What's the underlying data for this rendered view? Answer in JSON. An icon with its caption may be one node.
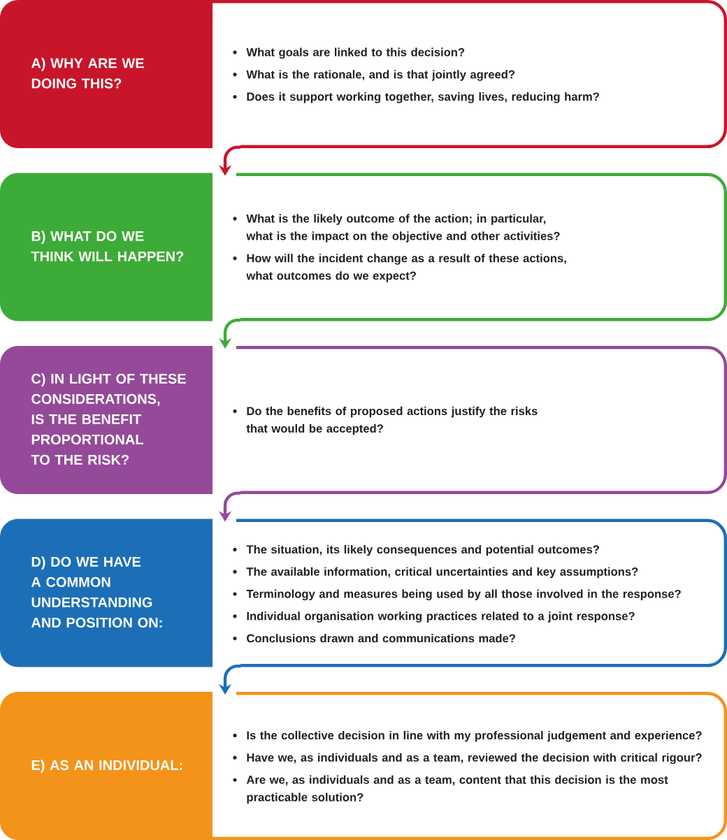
{
  "diagram": {
    "nodes": [
      {
        "text": [
          "A) WHY ARE WE DOING THIS?",
          "What goals are linked to this decision?",
          "What is the rationale, and is that jointly agreed?",
          "Does it support working together, saving lives, reducing harm?"
        ]
      },
      {
        "text": [
          "B) WHAT DO WE THINK WILL HAPPEN?",
          "What is the likely outcome of the action; in particular, what is the impact on the objective and other activities?",
          "How will the incident change as a result of these actions, what outcomes do we expect?"
        ]
      },
      {
        "text": [
          "C) IN LIGHT OF THESE CONSIDERATIONS, IS THE BENEFIT PROPORTIONAL TO THE RISK?",
          "Do the benefits of proposed actions justify the risks that would be accepted?"
        ]
      },
      {
        "text": [
          "D) DO WE HAVE A COMMON UNDERSTANDING AND POSITION ON:",
          "The situation, its likely consequences and potential outcomes?",
          "The available information, critical uncertainties and key assumptions?",
          "Terminology and measures being used by all those involved in the response?",
          "Individual organisation working practices related to a joint response?",
          "Conclusions drawn and communications made?"
        ]
      },
      {
        "text": [
          "E) AS AN INDIVIDUAL:",
          "Is the collective decision in line with my professional judgement and experience?",
          "Have we, as individuals and as a team, reviewed the decision with critical rigour?",
          "Are we, as individuals and as a team, content that this decision is the most practicable solution?"
        ]
      }
    ],
    "edges": [
      {
        "from": 0,
        "to": 1,
        "arrow": "to",
        "color": "#c8152a"
      },
      {
        "from": 1,
        "to": 2,
        "arrow": "to",
        "color": "#3dab37"
      },
      {
        "from": 2,
        "to": 3,
        "arrow": "to",
        "color": "#944a98"
      },
      {
        "from": 3,
        "to": 4,
        "arrow": "to",
        "color": "#1c6fb6"
      }
    ]
  }
}
